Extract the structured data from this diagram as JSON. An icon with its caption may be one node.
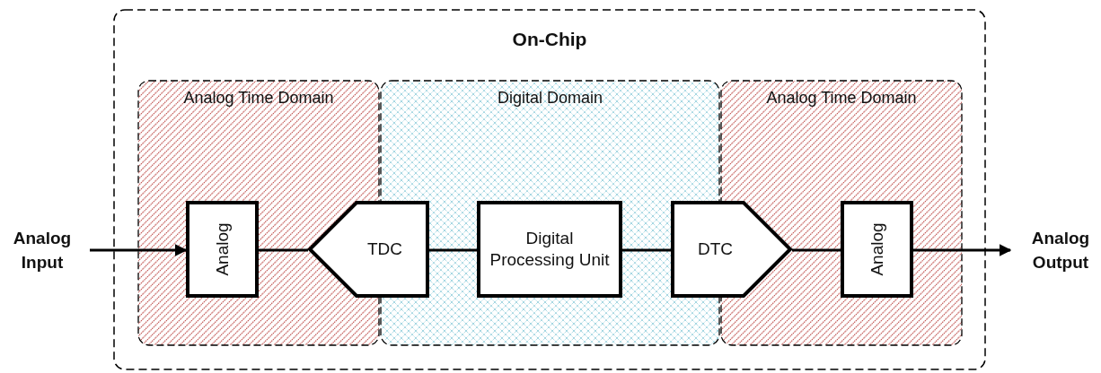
{
  "diagram": {
    "nodes": [
      {
        "text": [
          "On-Chip"
        ]
      },
      {
        "text": [
          "Analog Time Domain"
        ],
        "in": 0
      },
      {
        "text": [
          "Digital Domain"
        ],
        "in": 0
      },
      {
        "text": [
          "Analog Time Domain"
        ],
        "in": 0
      },
      {
        "text": [
          "Analog Input"
        ]
      },
      {
        "text": [
          "Analog"
        ],
        "in": 1
      },
      {
        "text": [
          "TDC"
        ],
        "in": 0
      },
      {
        "text": [
          "Digital Processing Unit"
        ],
        "in": 2
      },
      {
        "text": [
          "DTC"
        ],
        "in": 0
      },
      {
        "text": [
          "Analog"
        ],
        "in": 3
      },
      {
        "text": [
          "Analog Output"
        ]
      }
    ],
    "edges": [
      {
        "from": 4,
        "to": 5,
        "arrow": "to"
      },
      {
        "from": 5,
        "to": 6,
        "arrow": "none"
      },
      {
        "from": 6,
        "to": 7,
        "arrow": "none"
      },
      {
        "from": 7,
        "to": 8,
        "arrow": "none"
      },
      {
        "from": 8,
        "to": 9,
        "arrow": "none"
      },
      {
        "from": 9,
        "to": 10,
        "arrow": "to"
      }
    ]
  }
}
